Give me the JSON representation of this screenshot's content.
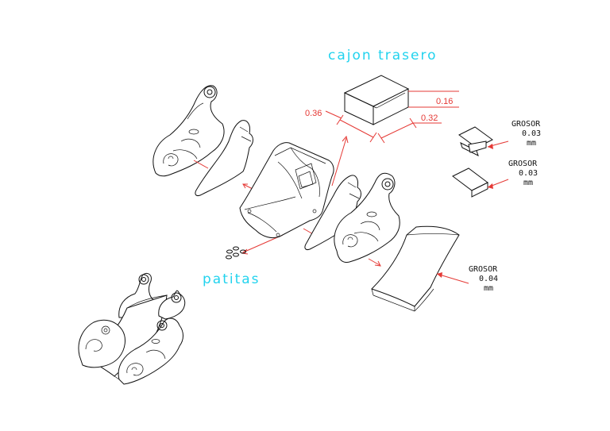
{
  "labels": {
    "cajon_trasero": "cajon trasero",
    "patitas": "patitas"
  },
  "dimensions": {
    "d036": "0.36",
    "d016": "0.16",
    "d032": "0.32"
  },
  "notes": [
    {
      "l1": "GROSOR",
      "l2": "0.03",
      "l3": "mm"
    },
    {
      "l1": "GROSOR",
      "l2": "0.03",
      "l3": "mm"
    },
    {
      "l1": "GROSOR",
      "l2": "0.04",
      "l3": "mm"
    }
  ],
  "colors": {
    "label": "#22d3ee",
    "dimension": "#e53935",
    "line": "#111111"
  }
}
